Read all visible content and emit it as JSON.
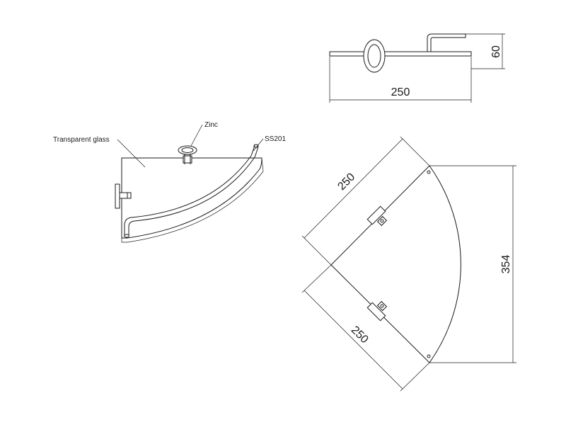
{
  "callouts": {
    "glass": "Transparent glass",
    "zinc": "Zinc",
    "steel": "SS201"
  },
  "dimensions": {
    "top_width": "250",
    "top_height": "60",
    "plan_edge_upper": "250",
    "plan_edge_lower": "250",
    "plan_height": "354"
  }
}
